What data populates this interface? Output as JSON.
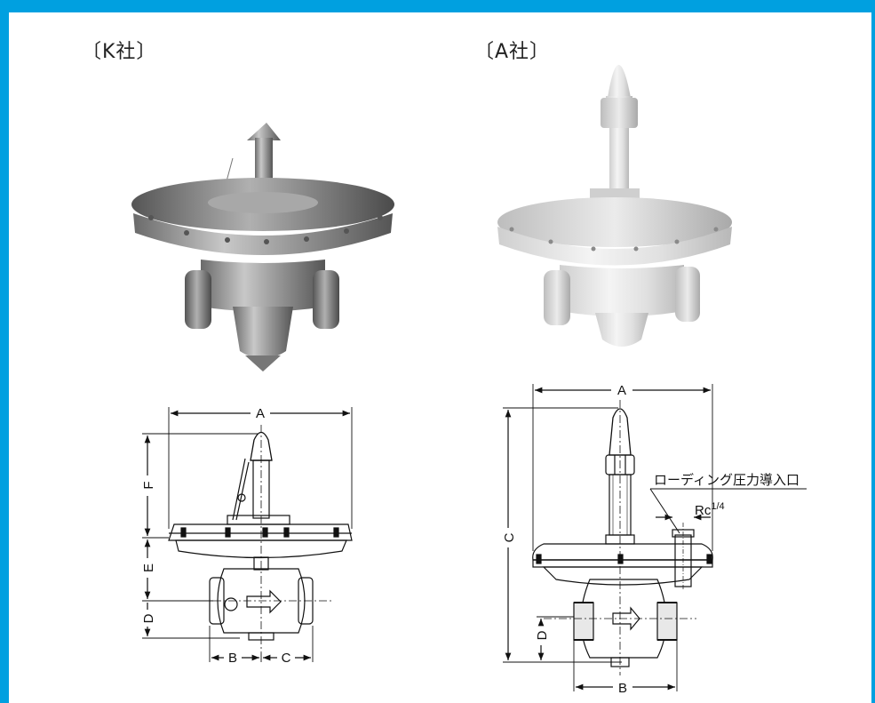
{
  "theme": {
    "frame_color": "#00a0e0"
  },
  "products": [
    {
      "company_label": "〔K社〕",
      "dimensions": {
        "a": "A",
        "b": "B",
        "c": "C",
        "d": "D",
        "e": "E",
        "f": "F"
      }
    },
    {
      "company_label": "〔A社〕",
      "dimensions": {
        "a": "A",
        "b": "B",
        "c": "C",
        "d": "D"
      },
      "annotation": "ローディング圧力導入口",
      "port_size_base": "Rc",
      "port_size_fraction": "1/4"
    }
  ]
}
